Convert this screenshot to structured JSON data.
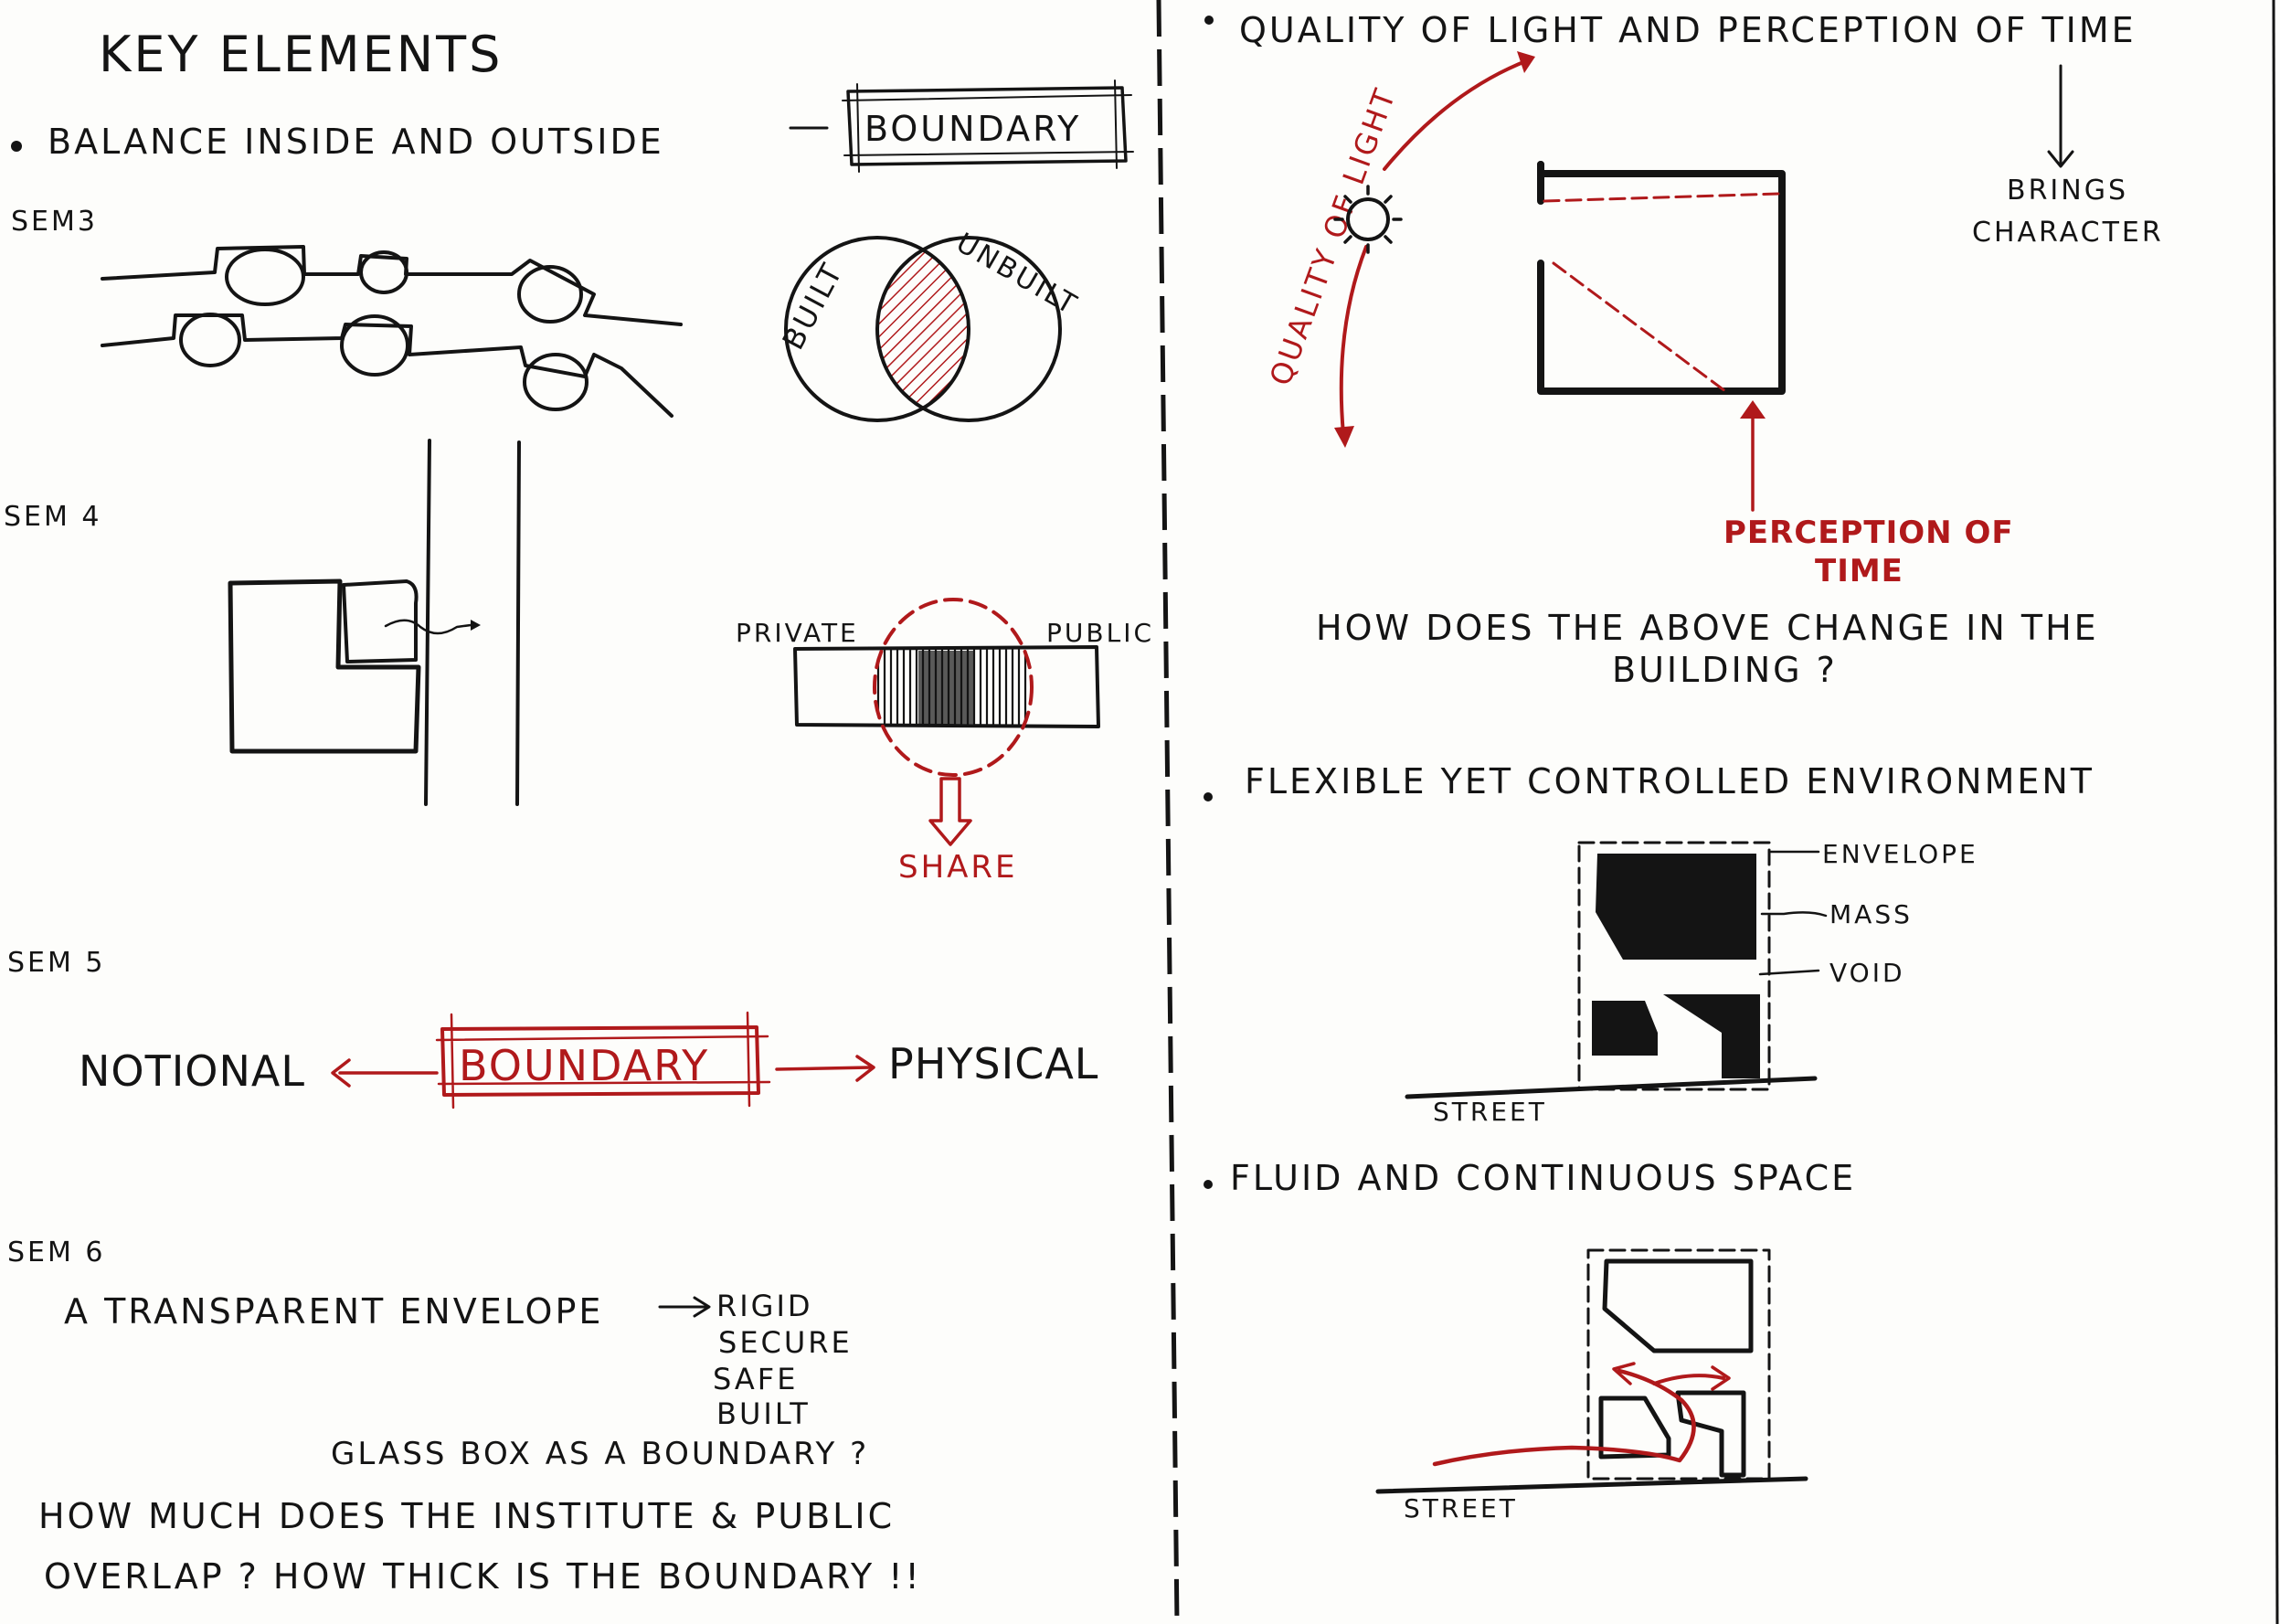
{
  "page": {
    "title": "KEY ELEMENTS",
    "left": {
      "bullet1": "BALANCE  INSIDE AND  OUTSIDE",
      "bullet1_box": "BOUNDARY",
      "sem3": {
        "label": "SEM3",
        "venn_left": "BUILT",
        "venn_right": "UNBUILT"
      },
      "sem4": {
        "label": "SEM 4",
        "private": "PRIVATE",
        "public": "PUBLIC",
        "share": "SHARE"
      },
      "sem5": {
        "label": "SEM 5",
        "notional": "NOTIONAL",
        "boundary": "BOUNDARY",
        "physical": "PHYSICAL"
      },
      "sem6": {
        "label": "SEM 6",
        "envelope": "A  TRANSPARENT  ENVELOPE",
        "list": [
          "RIGID",
          "SECURE",
          "SAFE",
          "BUILT"
        ],
        "question1": "GLASS BOX  AS  A  BOUNDARY ?",
        "question2_line1": "HOW  MUCH   DOES   THE   INSTITUTE  & PUBLIC",
        "question2_line2": "OVERLAP  ?  HOW  THICK  IS  THE   BOUNDARY !!"
      }
    },
    "right": {
      "light": {
        "heading": "QUALITY  OF  LIGHT  AND  PERCEPTION  OF  TIME",
        "quality_of_light": "QUALITY  OF  LIGHT",
        "brings": "BRINGS",
        "character": "CHARACTER",
        "perception_line1": "PERCEPTION OF",
        "perception_line2": "TIME",
        "question_line1": "HOW  DOES  THE  ABOVE  CHANGE  IN  THE",
        "question_line2": "BUILDING ?"
      },
      "flexible": {
        "heading": "FLEXIBLE  YET  CONTROLLED  ENVIRONMENT",
        "envelope": "ENVELOPE",
        "mass": "MASS",
        "void": "VOID",
        "street": "STREET"
      },
      "fluid": {
        "heading": "FLUID  AND  CONTINUOUS  SPACE",
        "street": "STREET"
      }
    },
    "colors": {
      "ink": "#141414",
      "red": "#b0191b",
      "paper": "#fdfdfb"
    }
  }
}
